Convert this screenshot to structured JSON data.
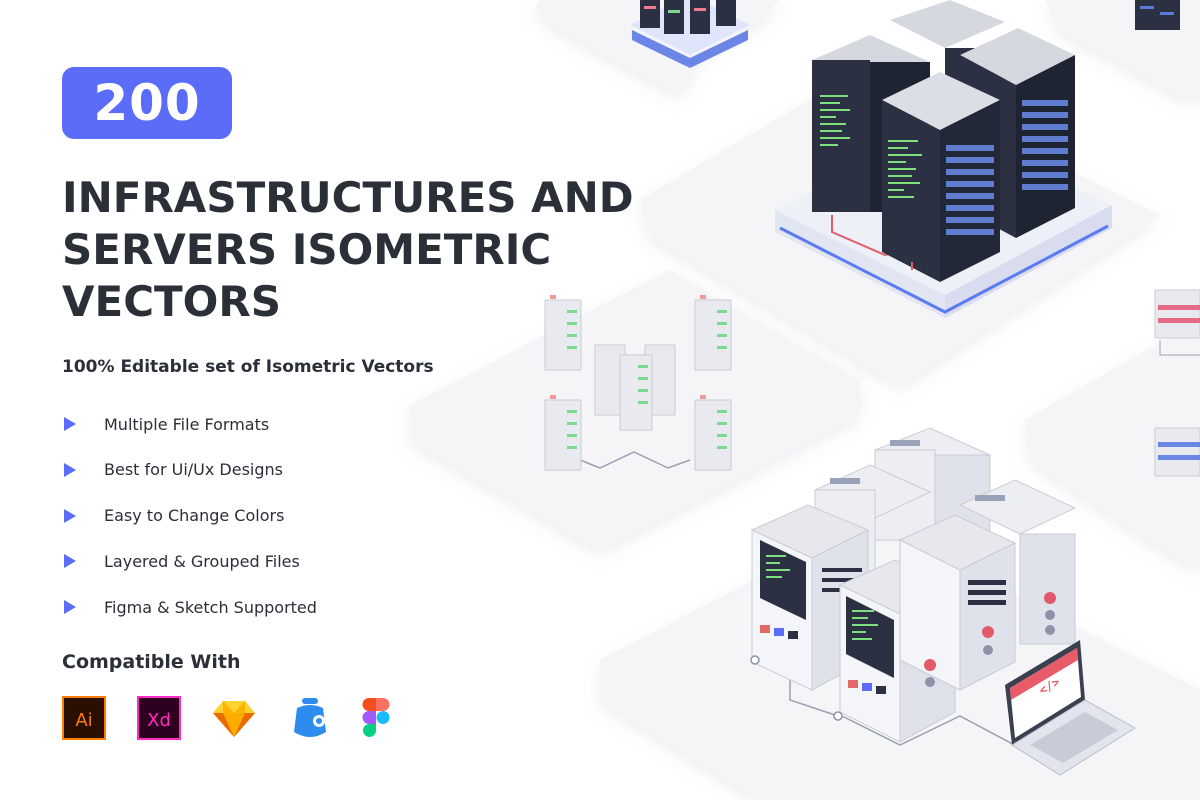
{
  "badge": {
    "count": "200"
  },
  "title": {
    "line1": "INFRASTRUCTURES AND",
    "line2": "SERVERS ISOMETRIC",
    "line3": "VECTORS"
  },
  "subtitle": "100% Editable set of Isometric Vectors",
  "features": [
    "Multiple File Formats",
    "Best for Ui/Ux Designs",
    "Easy to Change Colors",
    "Layered & Grouped Files",
    "Figma & Sketch Supported"
  ],
  "compatible": {
    "heading": "Compatible With",
    "apps": [
      {
        "icon": "illustrator-icon",
        "label": "Ai"
      },
      {
        "icon": "xd-icon",
        "label": "Xd"
      },
      {
        "icon": "sketch-icon"
      },
      {
        "icon": "craft-icon"
      },
      {
        "icon": "figma-icon"
      }
    ]
  },
  "colors": {
    "accent": "#5b6cf9",
    "text": "#2b2f38",
    "rack_dark": "#2b3142",
    "tile": "#f4f4f6"
  },
  "illustration": {
    "laptop_screen_text": "</>"
  }
}
